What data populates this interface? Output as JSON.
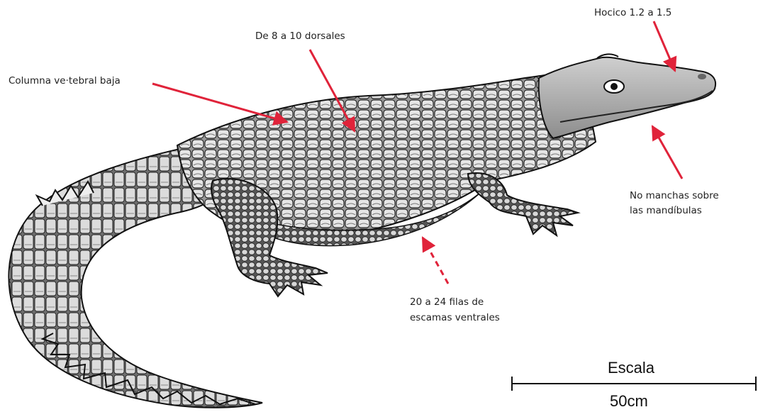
{
  "annotations": {
    "hocico": "Hocico 1.2 a 1.5",
    "dorsales": "De 8 a 10 dorsales",
    "columna": "Columna ve·tebral baja",
    "manchas_line1": "No manchas sobre",
    "manchas_line2": "las mandíbulas",
    "ventrales_line1": "20 a 24 filas de",
    "ventrales_line2": "escamas ventrales"
  },
  "scale": {
    "title": "Escala",
    "length": "50cm"
  },
  "colors": {
    "arrow": "#e0233a",
    "ink": "#1a1a1a"
  }
}
